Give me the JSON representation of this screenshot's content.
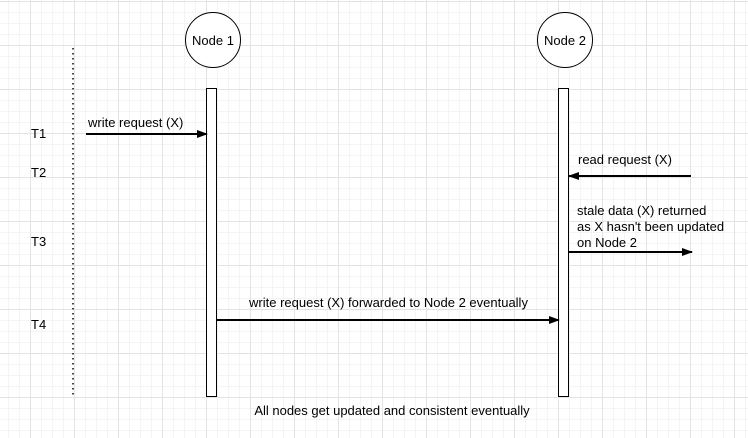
{
  "diagram": {
    "nodes": [
      "Node 1",
      "Node 2"
    ],
    "time_labels": [
      "T1",
      "T2",
      "T3",
      "T4"
    ],
    "messages": [
      {
        "time": "T1",
        "text": "write request (X)",
        "direction": "right"
      },
      {
        "time": "T2",
        "text": "read request (X)",
        "direction": "left"
      },
      {
        "time": "T3",
        "text_lines": [
          "stale data (X) returned",
          "as X hasn't been updated",
          "on Node 2"
        ],
        "direction": "right"
      },
      {
        "time": "T4",
        "text": "write request (X) forwarded to Node 2 eventually",
        "direction": "right"
      }
    ],
    "caption": "All nodes get updated and consistent eventually",
    "colors": {
      "stroke": "#000000",
      "background": "#ffffff",
      "grid_minor": "#f4f4f4",
      "grid_major": "#e3e3e3"
    }
  }
}
